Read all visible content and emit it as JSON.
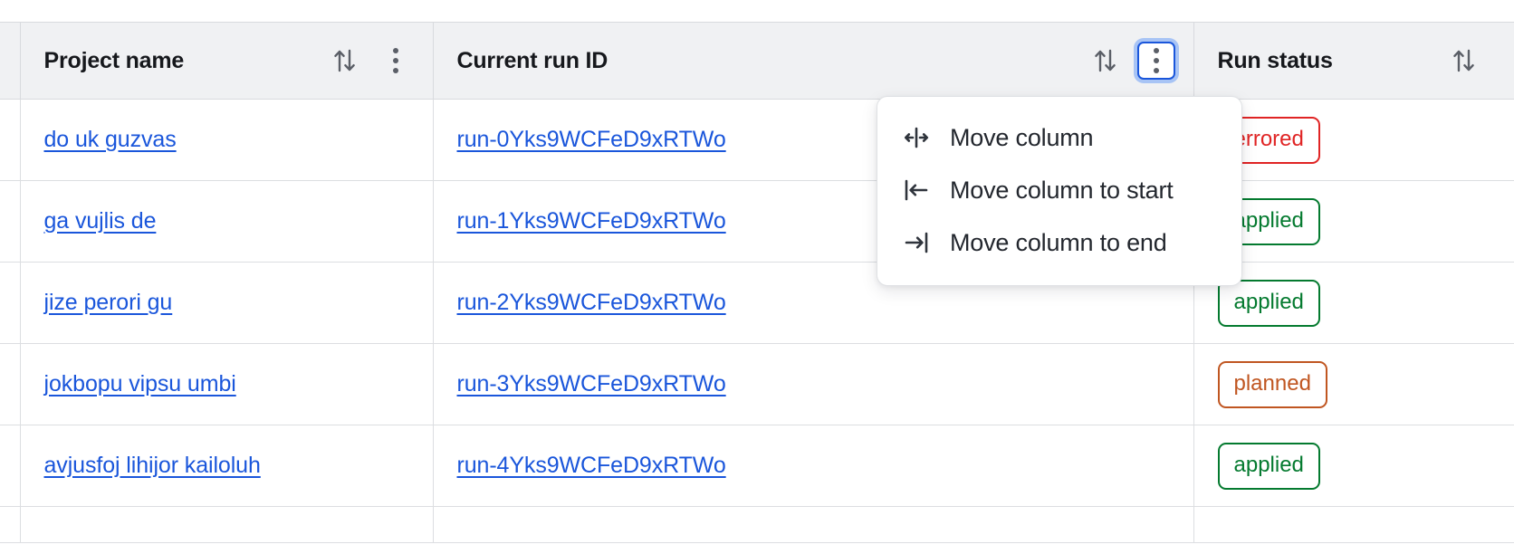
{
  "table": {
    "columns": [
      {
        "key": "gutter",
        "label": "",
        "sortable": false,
        "menu": false
      },
      {
        "key": "project_name",
        "label": "Project name",
        "sortable": true,
        "menu": true
      },
      {
        "key": "current_run_id",
        "label": "Current run ID",
        "sortable": true,
        "menu": true
      },
      {
        "key": "run_status",
        "label": "Run status",
        "sortable": true,
        "menu": false
      }
    ],
    "headers": {
      "project_name": "Project name",
      "current_run_id": "Current run ID",
      "run_status": "Run status"
    },
    "rows": [
      {
        "project_name": "do uk guzvas",
        "current_run_id": "run-0Yks9WCFeD9xRTWo",
        "run_status": "errored",
        "status_kind": "errored"
      },
      {
        "project_name": "ga vujlis de",
        "current_run_id": "run-1Yks9WCFeD9xRTWo",
        "run_status": "applied",
        "status_kind": "applied"
      },
      {
        "project_name": "jize perori gu",
        "current_run_id": "run-2Yks9WCFeD9xRTWo",
        "run_status": "applied",
        "status_kind": "applied"
      },
      {
        "project_name": "jokbopu vipsu umbi",
        "current_run_id": "run-3Yks9WCFeD9xRTWo",
        "run_status": "planned",
        "status_kind": "planned"
      },
      {
        "project_name": "avjusfoj lihijor kailoluh",
        "current_run_id": "run-4Yks9WCFeD9xRTWo",
        "run_status": "applied",
        "status_kind": "applied"
      }
    ]
  },
  "column_menu": {
    "open_for_column": "Current run ID",
    "items": [
      {
        "icon": "move-column-icon",
        "label": "Move column"
      },
      {
        "icon": "move-column-to-start-icon",
        "label": "Move column to start"
      },
      {
        "icon": "move-column-to-end-icon",
        "label": "Move column to end"
      }
    ]
  },
  "icons": {
    "sort": "sort-arrows-icon",
    "kebab": "kebab-menu-icon"
  },
  "colors": {
    "link": "#1a56db",
    "header_bg": "#f0f1f3",
    "border": "#dcdee1",
    "focus_ring": "#a8c4f5",
    "focus_border": "#1a56db",
    "status_errored": "#e02424",
    "status_applied": "#047a2f",
    "status_planned": "#c05621"
  }
}
